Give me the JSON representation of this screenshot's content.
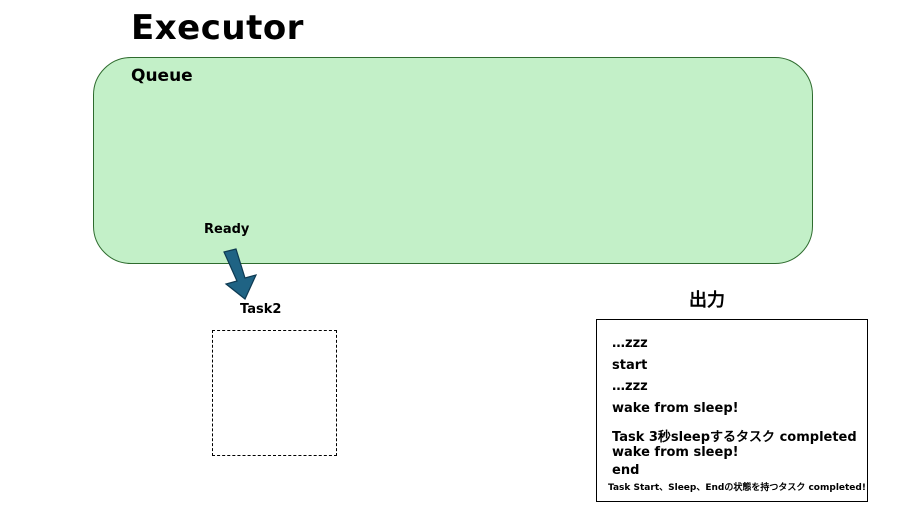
{
  "title": "Executor",
  "queue": {
    "label": "Queue"
  },
  "transition": {
    "label": "Ready"
  },
  "task": {
    "label": "Task2"
  },
  "output": {
    "title": "出力",
    "lines": [
      "…zzz",
      "start",
      "…zzz",
      "wake from sleep!",
      "Task 3秒sleepするタスク completed",
      "wake from sleep!",
      "end",
      "Task Start、Sleep、Endの状態を持つタスク completed!"
    ]
  },
  "colors": {
    "queue_fill": "#c3f0c8",
    "queue_border": "#2e6b2e",
    "arrow_fill": "#1f6384",
    "arrow_stroke": "#0e3a52"
  }
}
